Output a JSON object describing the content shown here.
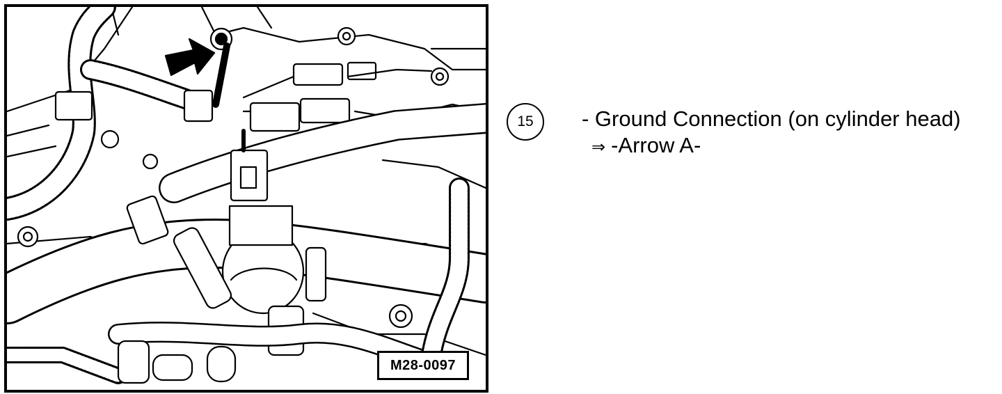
{
  "figure": {
    "reference_code": "M28-0097"
  },
  "callout": {
    "number": "15"
  },
  "description": {
    "line1": "- Ground Connection (on cylinder head)",
    "arrow_symbol": "⇒",
    "line2": "-Arrow A-"
  }
}
